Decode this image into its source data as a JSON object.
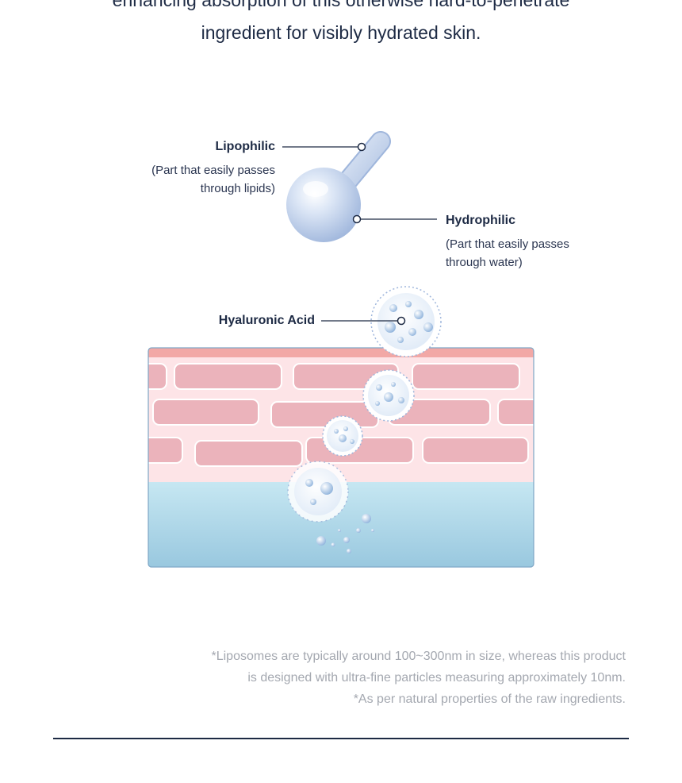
{
  "intro": {
    "line1": "enhancing absorption of this otherwise hard-to-penetrate",
    "line2": "ingredient for visibly hydrated skin."
  },
  "diagram": {
    "lipophilic": {
      "label": "Lipophilic",
      "desc_line1": "(Part that easily passes",
      "desc_line2": "through lipids)"
    },
    "hydrophilic": {
      "label": "Hydrophilic",
      "desc_line1": "(Part that easily passes",
      "desc_line2": "through water)"
    },
    "hyaluronic": {
      "label": "Hyaluronic Acid"
    },
    "colors": {
      "molecule": "#b9cbe8",
      "skin_top": "#f2a8a6",
      "skin_layer": "#fde3e6",
      "brick": "#ebb3bb",
      "dermis_top": "#c4e6f1",
      "dermis_bottom": "#9ccbe1",
      "line": "#1d2a44"
    }
  },
  "notes": {
    "line1": "*Liposomes are typically around 100~300nm in size, whereas this product",
    "line2": "is designed with ultra-fine particles measuring approximately 10nm.",
    "line3": "*As per natural properties of the raw ingredients."
  }
}
